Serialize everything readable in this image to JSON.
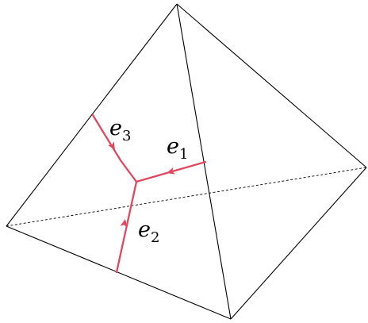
{
  "figure": {
    "accent_color": "#e04860",
    "line_color": "#000000",
    "labels": [
      {
        "id": "e1",
        "symbol": "e",
        "subscript": "1"
      },
      {
        "id": "e2",
        "symbol": "e",
        "subscript": "2"
      },
      {
        "id": "e3",
        "symbol": "e",
        "subscript": "3"
      }
    ]
  }
}
